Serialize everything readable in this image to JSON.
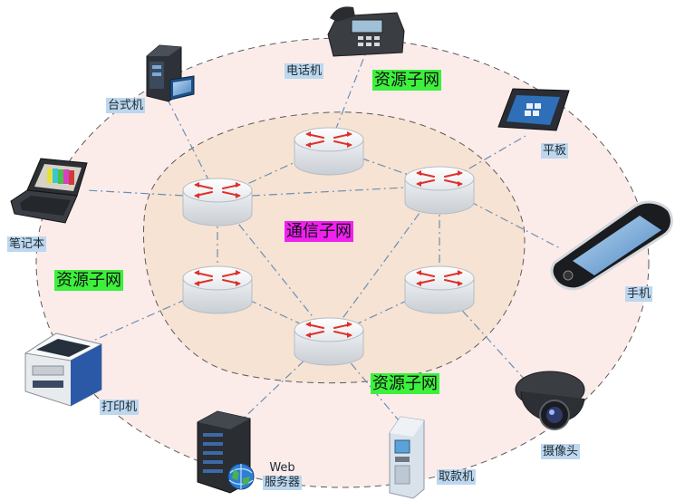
{
  "network_labels": {
    "resource_top": "资源子网",
    "resource_left": "资源子网",
    "resource_bottom": "资源子网",
    "communication": "通信子网"
  },
  "devices": {
    "phone": "电话机",
    "desktop": "台式机",
    "tablet": "平板",
    "laptop": "笔记本",
    "mobile": "手机",
    "printer": "打印机",
    "camera": "摄像头",
    "atm": "取款机",
    "web_server_line1": "Web",
    "web_server_line2": "服务器"
  },
  "colors": {
    "resource_label_bg": "#3cf03c",
    "communication_label_bg": "#f020f0",
    "device_label_bg": "#bcd7ee",
    "outer_region": "#fbecea",
    "inner_region": "#f6e3d3",
    "router_arrow": "#e0302a"
  }
}
